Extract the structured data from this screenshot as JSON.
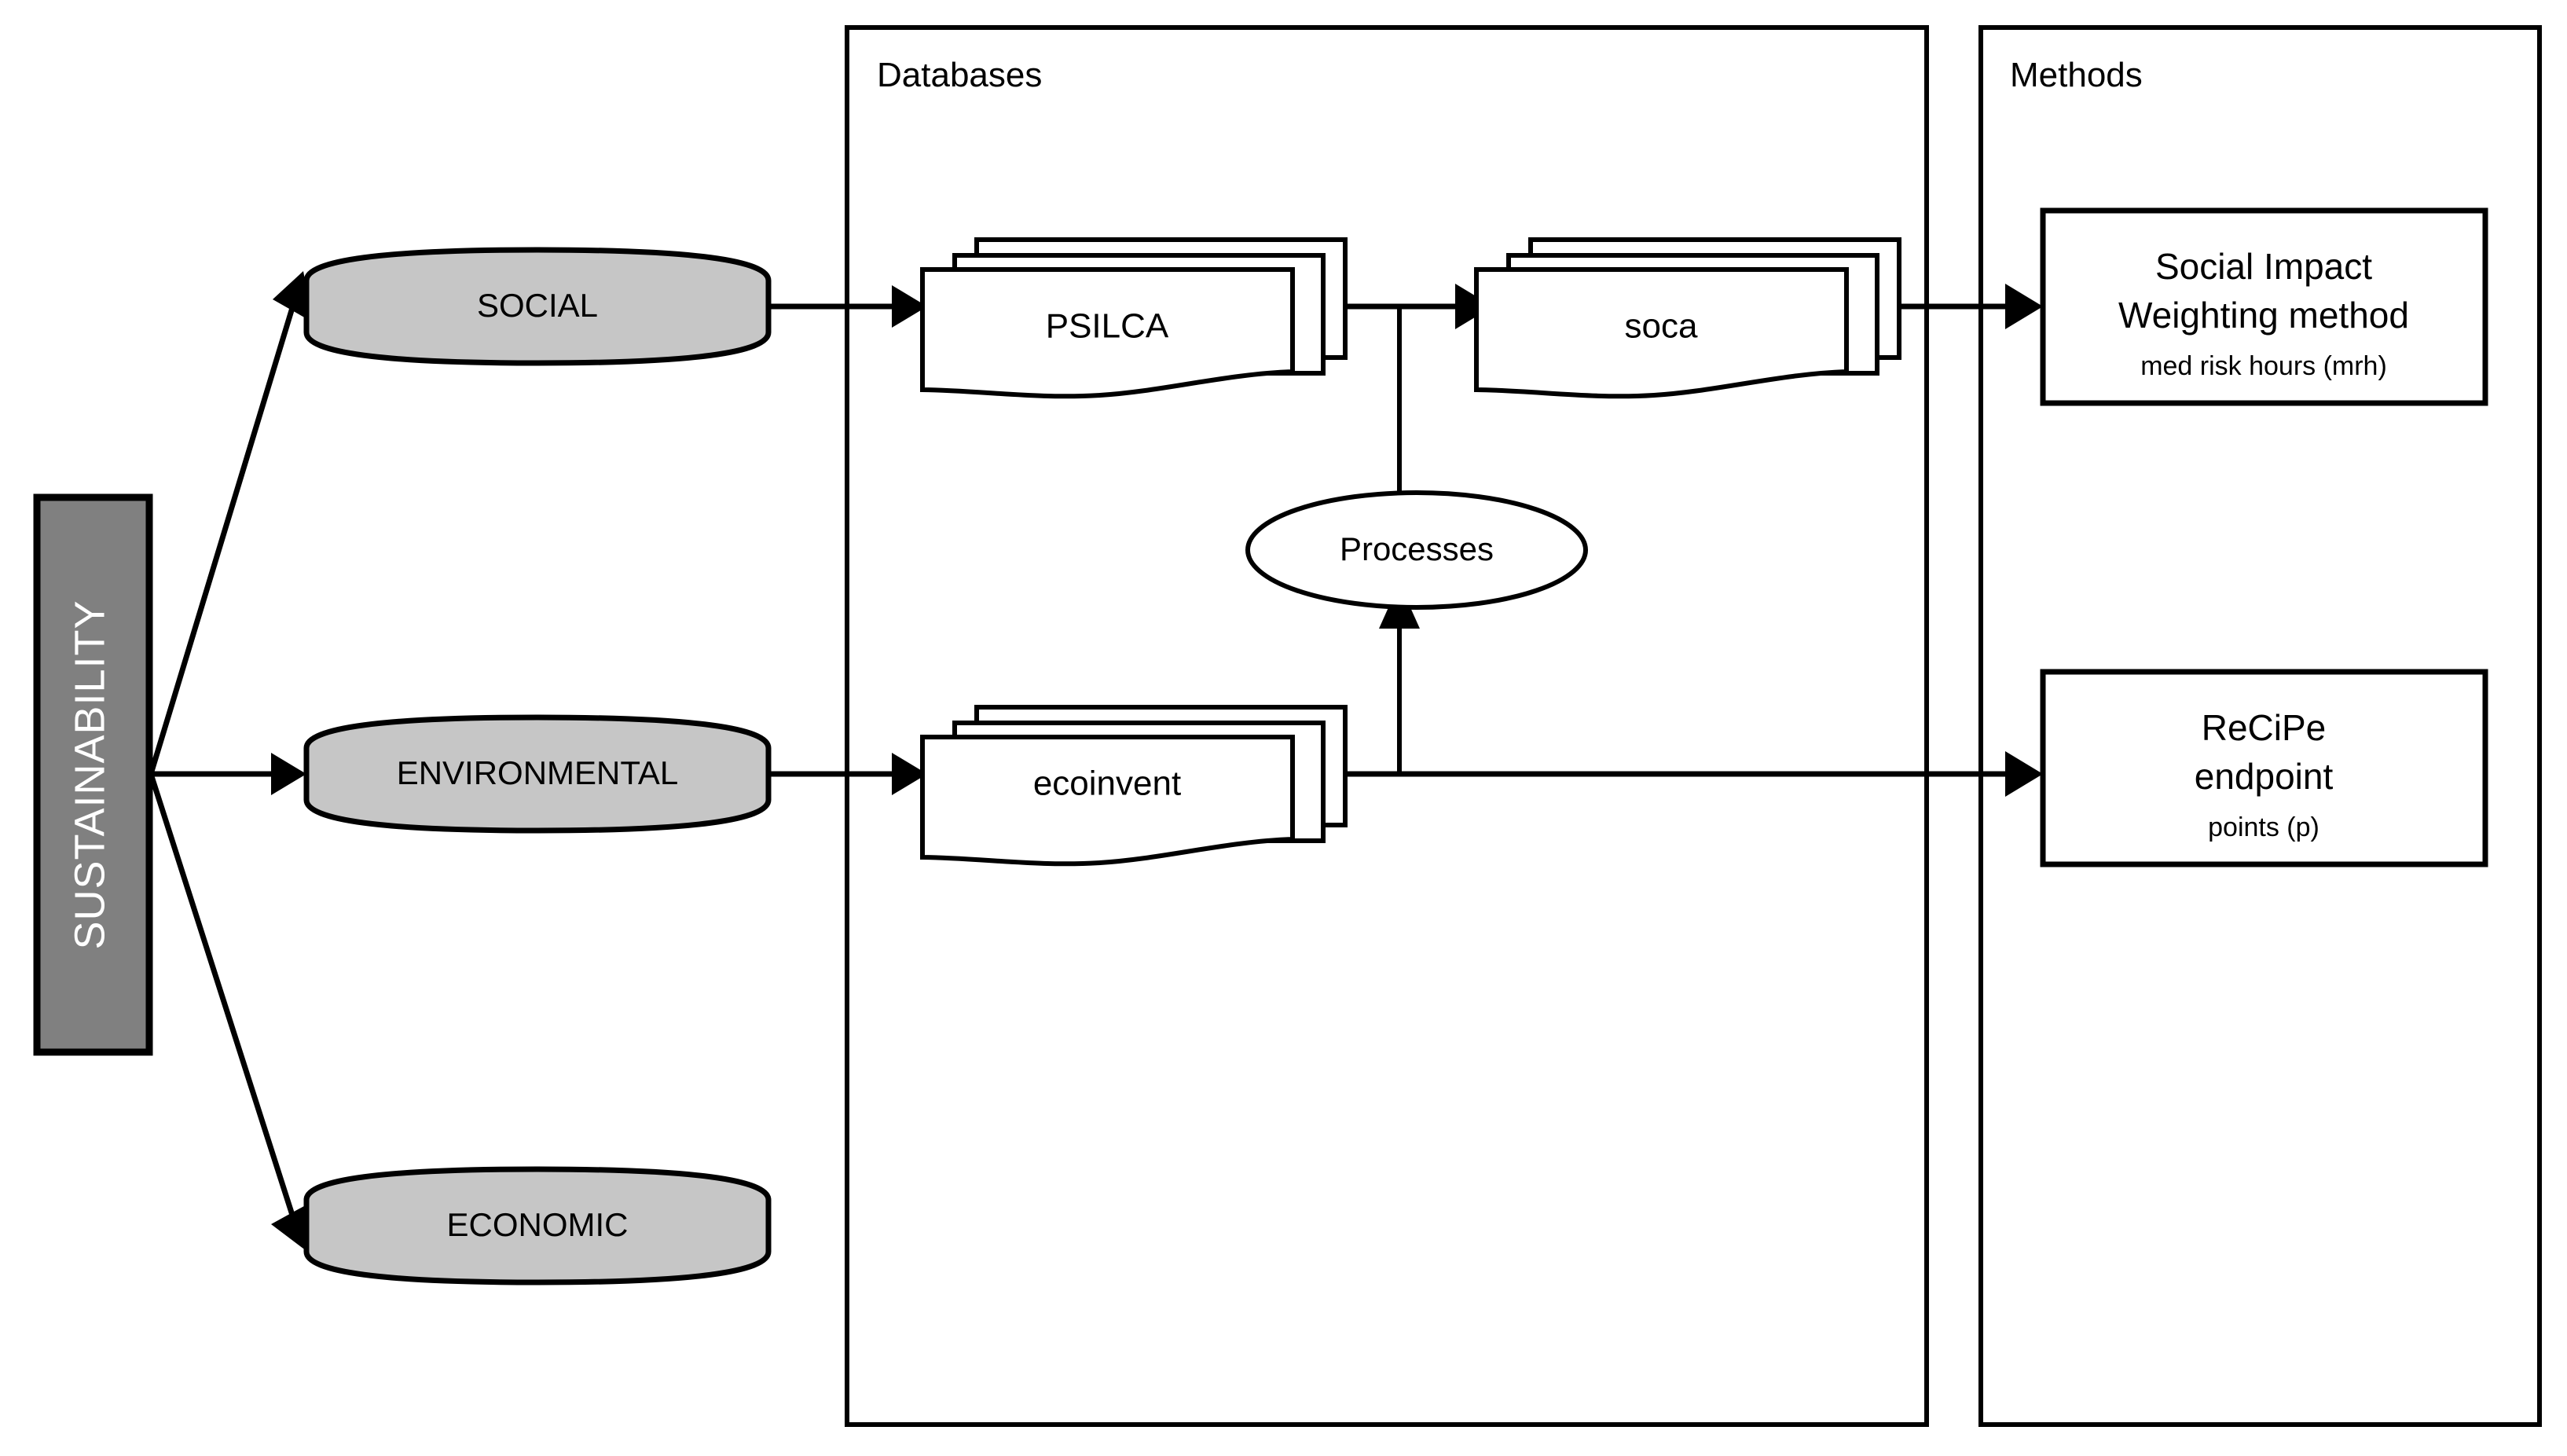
{
  "diagram": {
    "title_present": false,
    "root_node": {
      "label": "SUSTAINABILITY",
      "fill": "#808080",
      "text_color": "#ffffff"
    },
    "pillars": [
      {
        "id": "social",
        "label": "SOCIAL",
        "fill": "#c6c6c6"
      },
      {
        "id": "environmental",
        "label": "ENVIRONMENTAL",
        "fill": "#c6c6c6"
      },
      {
        "id": "economic",
        "label": "ECONOMIC",
        "fill": "#c6c6c6"
      }
    ],
    "containers": [
      {
        "id": "databases",
        "label": "Databases"
      },
      {
        "id": "methods",
        "label": "Methods"
      }
    ],
    "databases": [
      {
        "id": "psilca",
        "label": "PSILCA",
        "shape": "multi-document"
      },
      {
        "id": "soca",
        "label": "soca",
        "shape": "multi-document"
      },
      {
        "id": "ecoinvent",
        "label": "ecoinvent",
        "shape": "multi-document"
      }
    ],
    "processes_node": {
      "id": "processes",
      "label": "Processes",
      "shape": "ellipse"
    },
    "methods": [
      {
        "id": "social-impact-weighting",
        "line1": "Social Impact",
        "line2": "Weighting method",
        "line3": "med risk hours (mrh)"
      },
      {
        "id": "recipe-endpoint",
        "line1": "ReCiPe",
        "line2": "endpoint",
        "line3": "points (p)"
      }
    ],
    "edges": [
      {
        "from": "sustainability",
        "to": "social",
        "arrow": true
      },
      {
        "from": "sustainability",
        "to": "environmental",
        "arrow": true
      },
      {
        "from": "sustainability",
        "to": "economic",
        "arrow": true
      },
      {
        "from": "social",
        "to": "psilca",
        "arrow": true
      },
      {
        "from": "environmental",
        "to": "ecoinvent",
        "arrow": true
      },
      {
        "from": "psilca",
        "to": "soca",
        "arrow": true
      },
      {
        "from": "processes",
        "to": "psilca-soca-link",
        "arrow": false
      },
      {
        "from": "ecoinvent-link",
        "to": "processes",
        "arrow": true
      },
      {
        "from": "soca",
        "to": "social-impact-weighting",
        "arrow": true
      },
      {
        "from": "ecoinvent",
        "to": "recipe-endpoint",
        "arrow": true
      }
    ],
    "colors": {
      "stroke": "#000000",
      "background": "#ffffff",
      "pillar_fill": "#c6c6c6",
      "root_fill": "#808080"
    }
  }
}
